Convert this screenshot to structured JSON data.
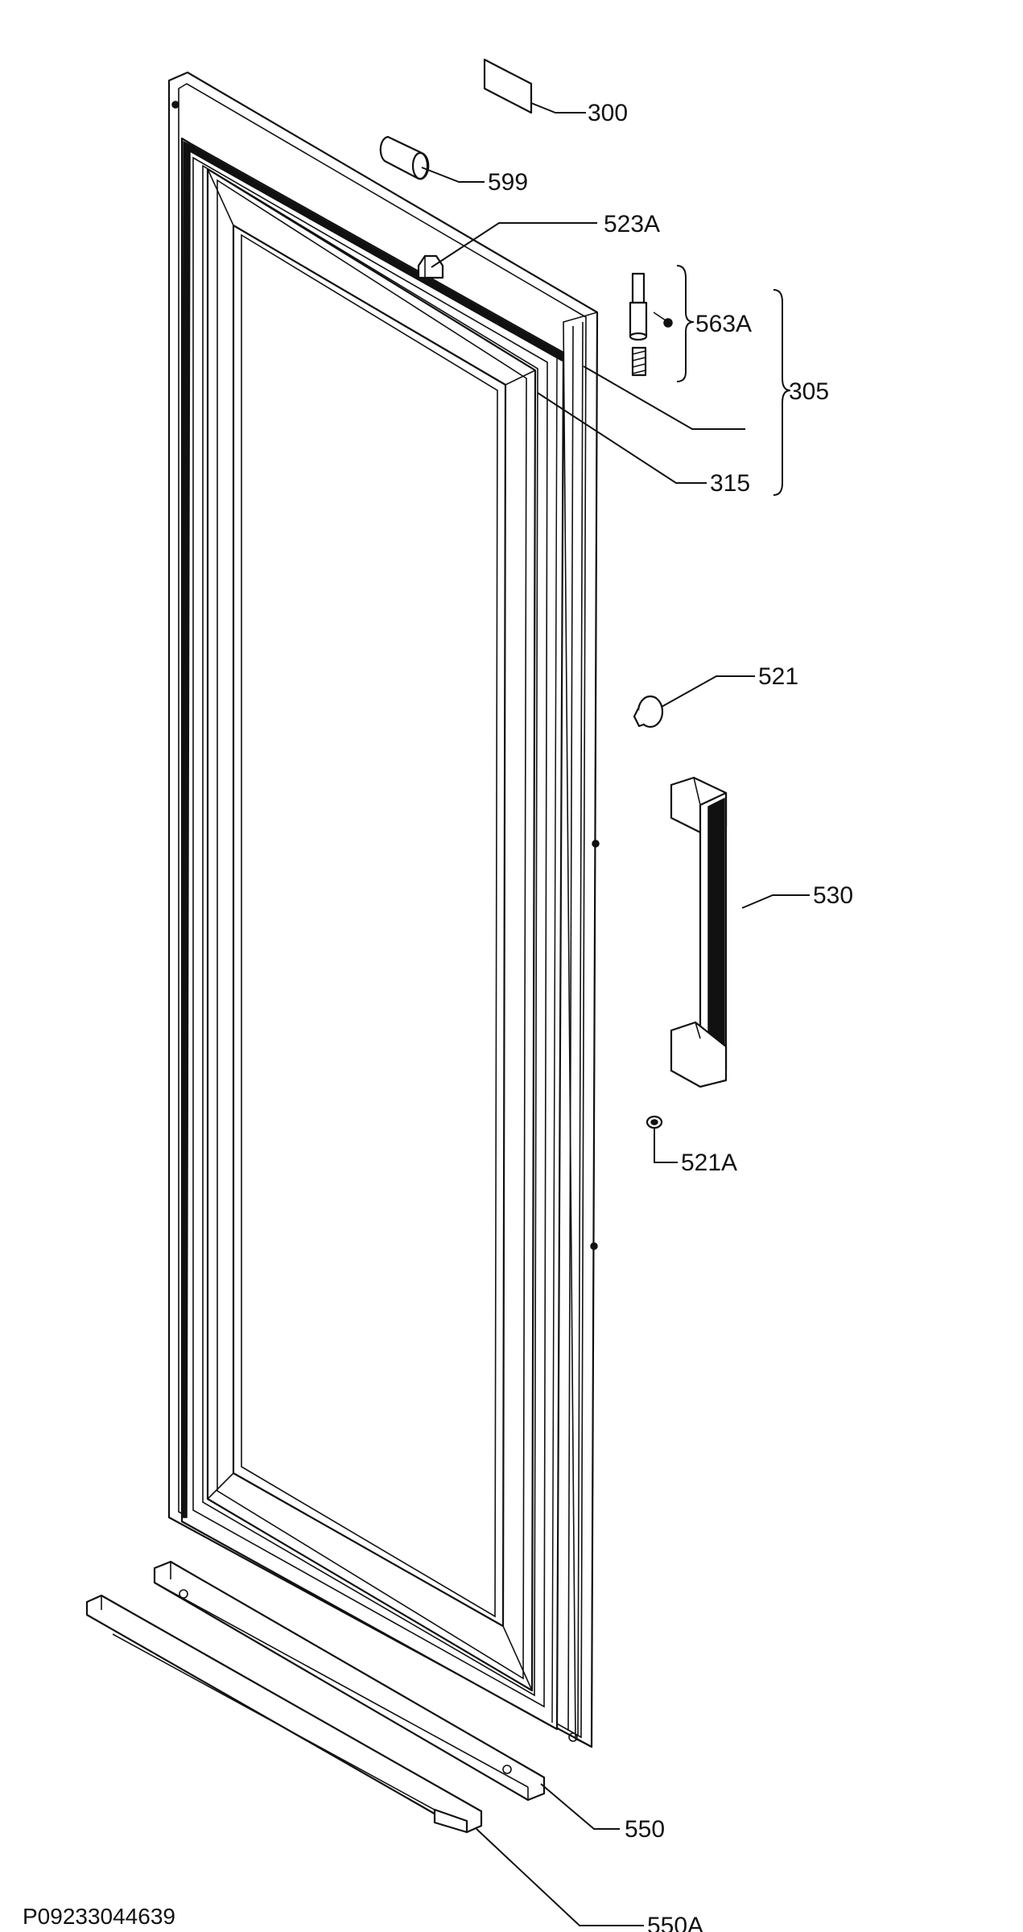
{
  "diagram": {
    "drawing_code": "P09233044639",
    "callouts": {
      "c300": "300",
      "c599": "599",
      "c523A": "523A",
      "c563A": "563A",
      "c305": "305",
      "c315": "315",
      "c521": "521",
      "c530": "530",
      "c521A": "521A",
      "c550": "550",
      "c550A": "550A"
    }
  }
}
